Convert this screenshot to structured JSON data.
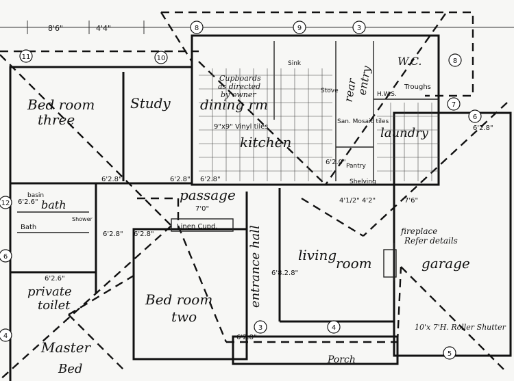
{
  "rooms": {
    "bedroom_three_line1": "Bed room",
    "bedroom_three_line2": "three",
    "study": "Study",
    "dining": "dining rm",
    "kitchen": "kitchen",
    "rear_entry_line1": "rear",
    "rear_entry_line2": "entry",
    "wc": "W.C.",
    "laundry": "laundry",
    "passage": "passage",
    "bath": "bath",
    "bath_small": "Bath",
    "basin": "basin",
    "entrance_hall": "entrance hall",
    "living_line1": "living",
    "living_line2": "room",
    "garage": "garage",
    "bedroom_two_line1": "Bed room",
    "bedroom_two_line2": "two",
    "private_toilet_line1": "private",
    "private_toilet_line2": "toilet",
    "master_line1": "Master",
    "master_line2": "Bed",
    "porch": "Porch"
  },
  "notes": {
    "cupboards_line1": "Cupboards",
    "cupboards_line2": "as directed",
    "cupboards_line3": "by owner",
    "vinyl_tiles": "9\"x9\" Vinyl tiles",
    "san_mosaic": "San. Mosaic tiles",
    "hws": "H.W.S.",
    "troughs": "Troughs",
    "stove": "Stove",
    "sink": "Sink",
    "pantry": "Pantry",
    "shelving": "Shelving",
    "linen_cupd": "Linen Cupd.",
    "fireplace_line1": "fireplace",
    "fireplace_line2": "Refer details",
    "roller_shutter": "10'x 7'H. Roller Shutter",
    "shower": "Shower"
  },
  "dimensions": {
    "top_a": "8'6\"",
    "top_b": "4'4\"",
    "d_6_2_8_a": "6'2.8\"",
    "d_6_2_8_b": "6'2.8\"",
    "d_6_2_6": "6'2.6\"",
    "d_6_2_8_c": "6'2.8\"",
    "d_6_2_8_d": "6'2.8\"",
    "d_6_2_6_b": "6'2.6\"",
    "passage_width": "7'0\"",
    "d_6_2_8_hall": "6'8.2.8\"",
    "d_6_2_8_porch": "6'2.8\"",
    "d_4_1_2": "4'1/2\" 4'2\"",
    "d_7_6": "7'6\"",
    "d_6_2_0": "6'2.0\"",
    "d_6_2_8_wc": "6'2.8\"",
    "d_6_2_8_garage": "6'2.8\""
  },
  "markers": [
    "11",
    "10",
    "8",
    "9",
    "3",
    "8",
    "7",
    "6",
    "12",
    "6",
    "4",
    "3",
    "4",
    "5"
  ]
}
